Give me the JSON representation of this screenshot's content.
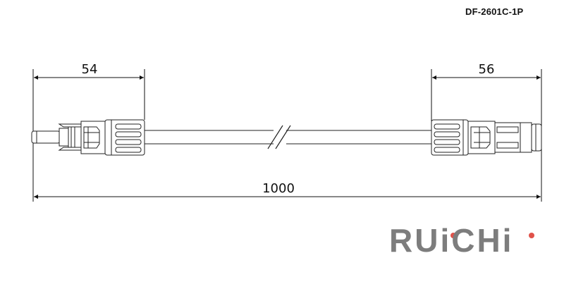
{
  "drawing": {
    "part_number": "DF-2601C-1P",
    "dimensions": {
      "left_connector_length": "54",
      "right_connector_length": "56",
      "total_length": "1000"
    }
  },
  "brand": {
    "logo_text": "RUiCHi",
    "logo_color": "#7d7d7d",
    "logo_dot_color": "#e0524a"
  }
}
